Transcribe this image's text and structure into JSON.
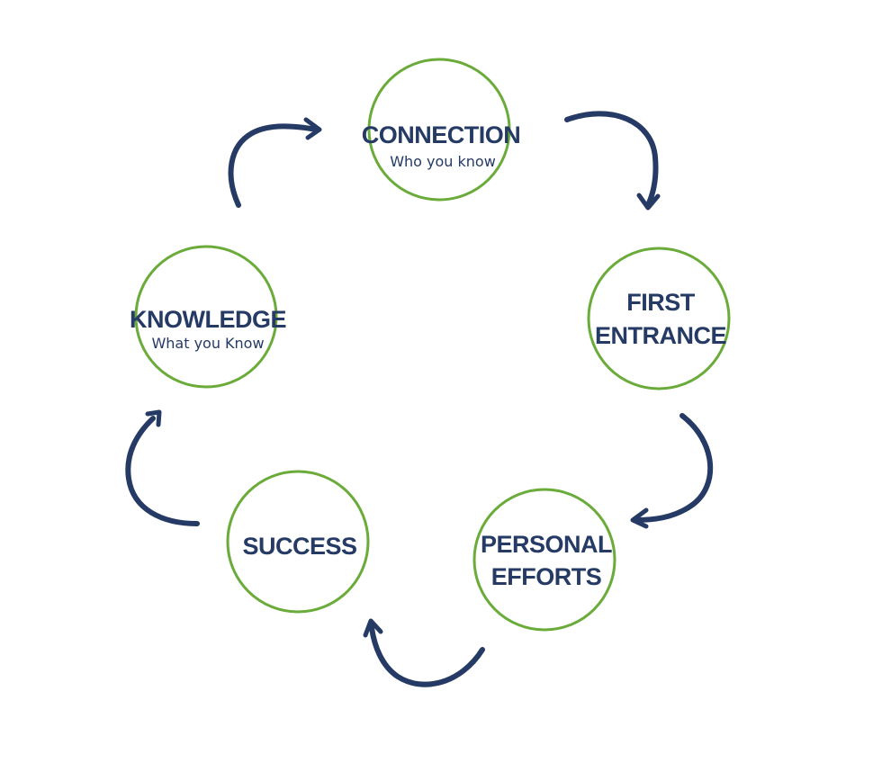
{
  "colors": {
    "ring": "#6aab3a",
    "text": "#253a64",
    "arrow": "#253a64",
    "background": "#ffffff"
  },
  "nodes": [
    {
      "id": "connection",
      "lines": [
        "CONNECTION"
      ],
      "subtitle": "Who you know"
    },
    {
      "id": "first-entrance",
      "lines": [
        "FIRST",
        "ENTRANCE"
      ],
      "subtitle": ""
    },
    {
      "id": "personal-efforts",
      "lines": [
        "PERSONAL",
        "EFFORTS"
      ],
      "subtitle": ""
    },
    {
      "id": "success",
      "lines": [
        "SUCCESS"
      ],
      "subtitle": ""
    },
    {
      "id": "knowledge",
      "lines": [
        "KNOWLEDGE"
      ],
      "subtitle": "What you Know"
    }
  ],
  "edges": [
    {
      "from": "connection",
      "to": "first-entrance"
    },
    {
      "from": "first-entrance",
      "to": "personal-efforts"
    },
    {
      "from": "personal-efforts",
      "to": "success"
    },
    {
      "from": "success",
      "to": "knowledge"
    },
    {
      "from": "knowledge",
      "to": "connection"
    }
  ]
}
